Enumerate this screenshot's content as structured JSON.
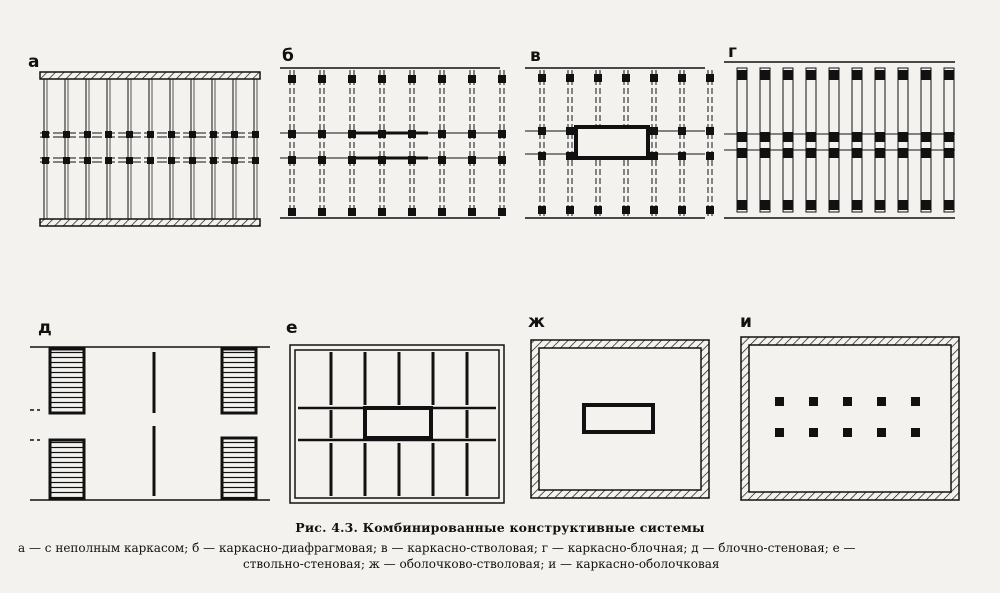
{
  "panels": [
    {
      "id": "a",
      "label": "а"
    },
    {
      "id": "b",
      "label": "б"
    },
    {
      "id": "v",
      "label": "в"
    },
    {
      "id": "g",
      "label": "г"
    },
    {
      "id": "d",
      "label": "д"
    },
    {
      "id": "e",
      "label": "е"
    },
    {
      "id": "zh",
      "label": "ж"
    },
    {
      "id": "i",
      "label": "и"
    }
  ],
  "caption": {
    "title": "Рис. 4.3. Комбинированные конструктивные системы",
    "legend_line1": "а — с неполным каркасом; б — каркасно-диафрагмовая; в — каркасно-стволовая; г — каркасно-блочная; д — блочно-стеновая; е —",
    "legend_line2": "ствольно-стеновая; ж — оболочково-стволовая; и — каркасно-оболочковая"
  }
}
